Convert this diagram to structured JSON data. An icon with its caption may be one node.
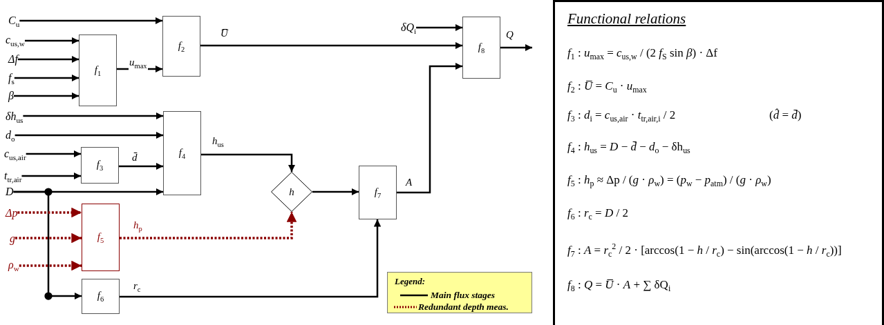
{
  "diagram": {
    "title": "Functional relations",
    "nodes": [
      {
        "text": [
          "C$_{u}$"
        ]
      },
      {
        "text": [
          "c$_{us,w}$"
        ]
      },
      {
        "text": [
          "Δf"
        ]
      },
      {
        "text": [
          "f$_{s}$"
        ]
      },
      {
        "text": [
          "β"
        ]
      },
      {
        "text": [
          "δh$_{us}$"
        ]
      },
      {
        "text": [
          "d$_{o}$"
        ]
      },
      {
        "text": [
          "c$_{us,air}$"
        ]
      },
      {
        "text": [
          "t$_{tr,air}$"
        ]
      },
      {
        "text": [
          "D"
        ]
      },
      {
        "text": [
          "Δp"
        ]
      },
      {
        "text": [
          "g"
        ]
      },
      {
        "text": [
          "ρ$_{w}$"
        ]
      },
      {
        "text": [
          "f$_{1}$"
        ]
      },
      {
        "text": [
          "f$_{2}$"
        ]
      },
      {
        "text": [
          "f$_{3}$"
        ]
      },
      {
        "text": [
          "f$_{4}$"
        ]
      },
      {
        "text": [
          "f$_{5}$"
        ]
      },
      {
        "text": [
          "f$_{6}$"
        ]
      },
      {
        "text": [
          "h"
        ]
      },
      {
        "text": [
          "f$_{7}$"
        ]
      },
      {
        "text": [
          "f$_{8}$"
        ]
      },
      {
        "text": [
          "δQ$_{i}$"
        ]
      }
    ],
    "edges": [
      {
        "from": 0,
        "to": 14,
        "arrow": "to"
      },
      {
        "from": 1,
        "to": 13,
        "arrow": "to"
      },
      {
        "from": 2,
        "to": 13,
        "arrow": "to"
      },
      {
        "from": 3,
        "to": 13,
        "arrow": "to"
      },
      {
        "from": 4,
        "to": 13,
        "arrow": "to"
      },
      {
        "from": 13,
        "to": 14,
        "arrow": "to",
        "label": "u$_{max}$"
      },
      {
        "from": 14,
        "to": 21,
        "arrow": "to",
        "label": "U̅"
      },
      {
        "from": 22,
        "to": 21,
        "arrow": "to"
      },
      {
        "from": 5,
        "to": 16,
        "arrow": "to"
      },
      {
        "from": 6,
        "to": 16,
        "arrow": "to"
      },
      {
        "from": 7,
        "to": 15,
        "arrow": "to"
      },
      {
        "from": 8,
        "to": 15,
        "arrow": "to"
      },
      {
        "from": 15,
        "to": 16,
        "arrow": "to",
        "label": "d̄"
      },
      {
        "from": 9,
        "to": 16,
        "arrow": "to"
      },
      {
        "from": 9,
        "to": 18,
        "arrow": "to"
      },
      {
        "from": 10,
        "to": 17,
        "arrow": "to",
        "style": "dashed",
        "color": "#8b0000"
      },
      {
        "from": 11,
        "to": 17,
        "arrow": "to",
        "style": "dashed",
        "color": "#8b0000"
      },
      {
        "from": 12,
        "to": 17,
        "arrow": "to",
        "style": "dashed",
        "color": "#8b0000"
      },
      {
        "from": 16,
        "to": 19,
        "arrow": "to",
        "label": "h$_{us}$"
      },
      {
        "from": 17,
        "to": 19,
        "arrow": "to",
        "label": "h$_{p}$",
        "style": "dashed",
        "color": "#8b0000"
      },
      {
        "from": 19,
        "to": 20,
        "arrow": "to"
      },
      {
        "from": 18,
        "to": 20,
        "arrow": "to",
        "label": "r$_{c}$"
      },
      {
        "from": 20,
        "to": 21,
        "arrow": "to",
        "label": "A"
      },
      {
        "from": 21,
        "to": null,
        "arrow": "to",
        "label": "Q"
      }
    ],
    "labels": [
      "Legend:",
      "*f*$_{1}$ : *u*$_{max}$ = *c*$_{us,w}$ / (2 *f*$_{S}$ sin *β*) · Δf",
      "*f*$_{2}$ : *U̅* = *C*$_{u}$ · *u*$_{max}$",
      "*f*$_{3}$ : *d*$_{i}$ = *c*$_{us,air}$ · *t*$_{tr,air,i}$ / 2",
      "(*d̂* = *d̄*)",
      "*f*$_{4}$ : *h*$_{us}$ = *D* − *d̄* − *d*$_{o}$ − δh$_{us}$",
      "*f*$_{5}$ : *h*$_{p}$ ≈ Δp / (*g* · *ρ*$_{w}$) = (*p*$_{w}$ − *p*$_{atm}$) / (*g* · *ρ*$_{w}$)",
      "*f*$_{6}$ : *r*$_{c}$ = *D* / 2",
      "*f*$_{7}$ : *A* = *r*$_{c}$$^{2}$ / 2 · [arccos(1 − *h* / *r*$_{c}$) − sin(arccos(1 − *h* / *r*$_{c}$))]",
      "*f*$_{8}$ : *Q* = *U̅* · *A* + ∑ δQ$_{i}$"
    ],
    "legend": [
      {
        "text": "Main flux stages"
      },
      {
        "text": "Redundant depth meas."
      }
    ]
  }
}
